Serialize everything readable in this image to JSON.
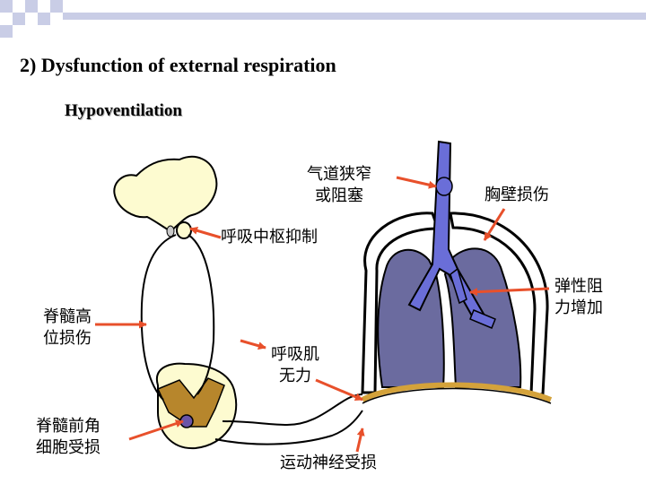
{
  "slide": {
    "title": "2) Dysfunction of external respiration",
    "subtitle": "Hypoventilation"
  },
  "labels": {
    "airway_line1": "气道狭窄",
    "airway_line2": "或阻塞",
    "chest_wall": "胸壁损伤",
    "resp_center": "呼吸中枢抑制",
    "elasticity_line1": "弹性阻",
    "elasticity_line2": "力增加",
    "spinal_high_line1": "脊髓高",
    "spinal_high_line2": "位损伤",
    "muscle_line1": "呼吸肌",
    "muscle_line2": "无力",
    "anterior_horn_line1": "脊髓前角",
    "anterior_horn_line2": "细胞受损",
    "motor_nerve": "运动神经受损"
  },
  "colors": {
    "deco_square": "#c9cde6",
    "brain_fill": "#fdfbd0",
    "lung_fill": "#6b6b9f",
    "airway_fill": "#6a6ed8",
    "grey_matter": "#b7862c",
    "canal_fill": "#6a55a8",
    "arrow": "#e8502b",
    "outline": "#000000"
  }
}
